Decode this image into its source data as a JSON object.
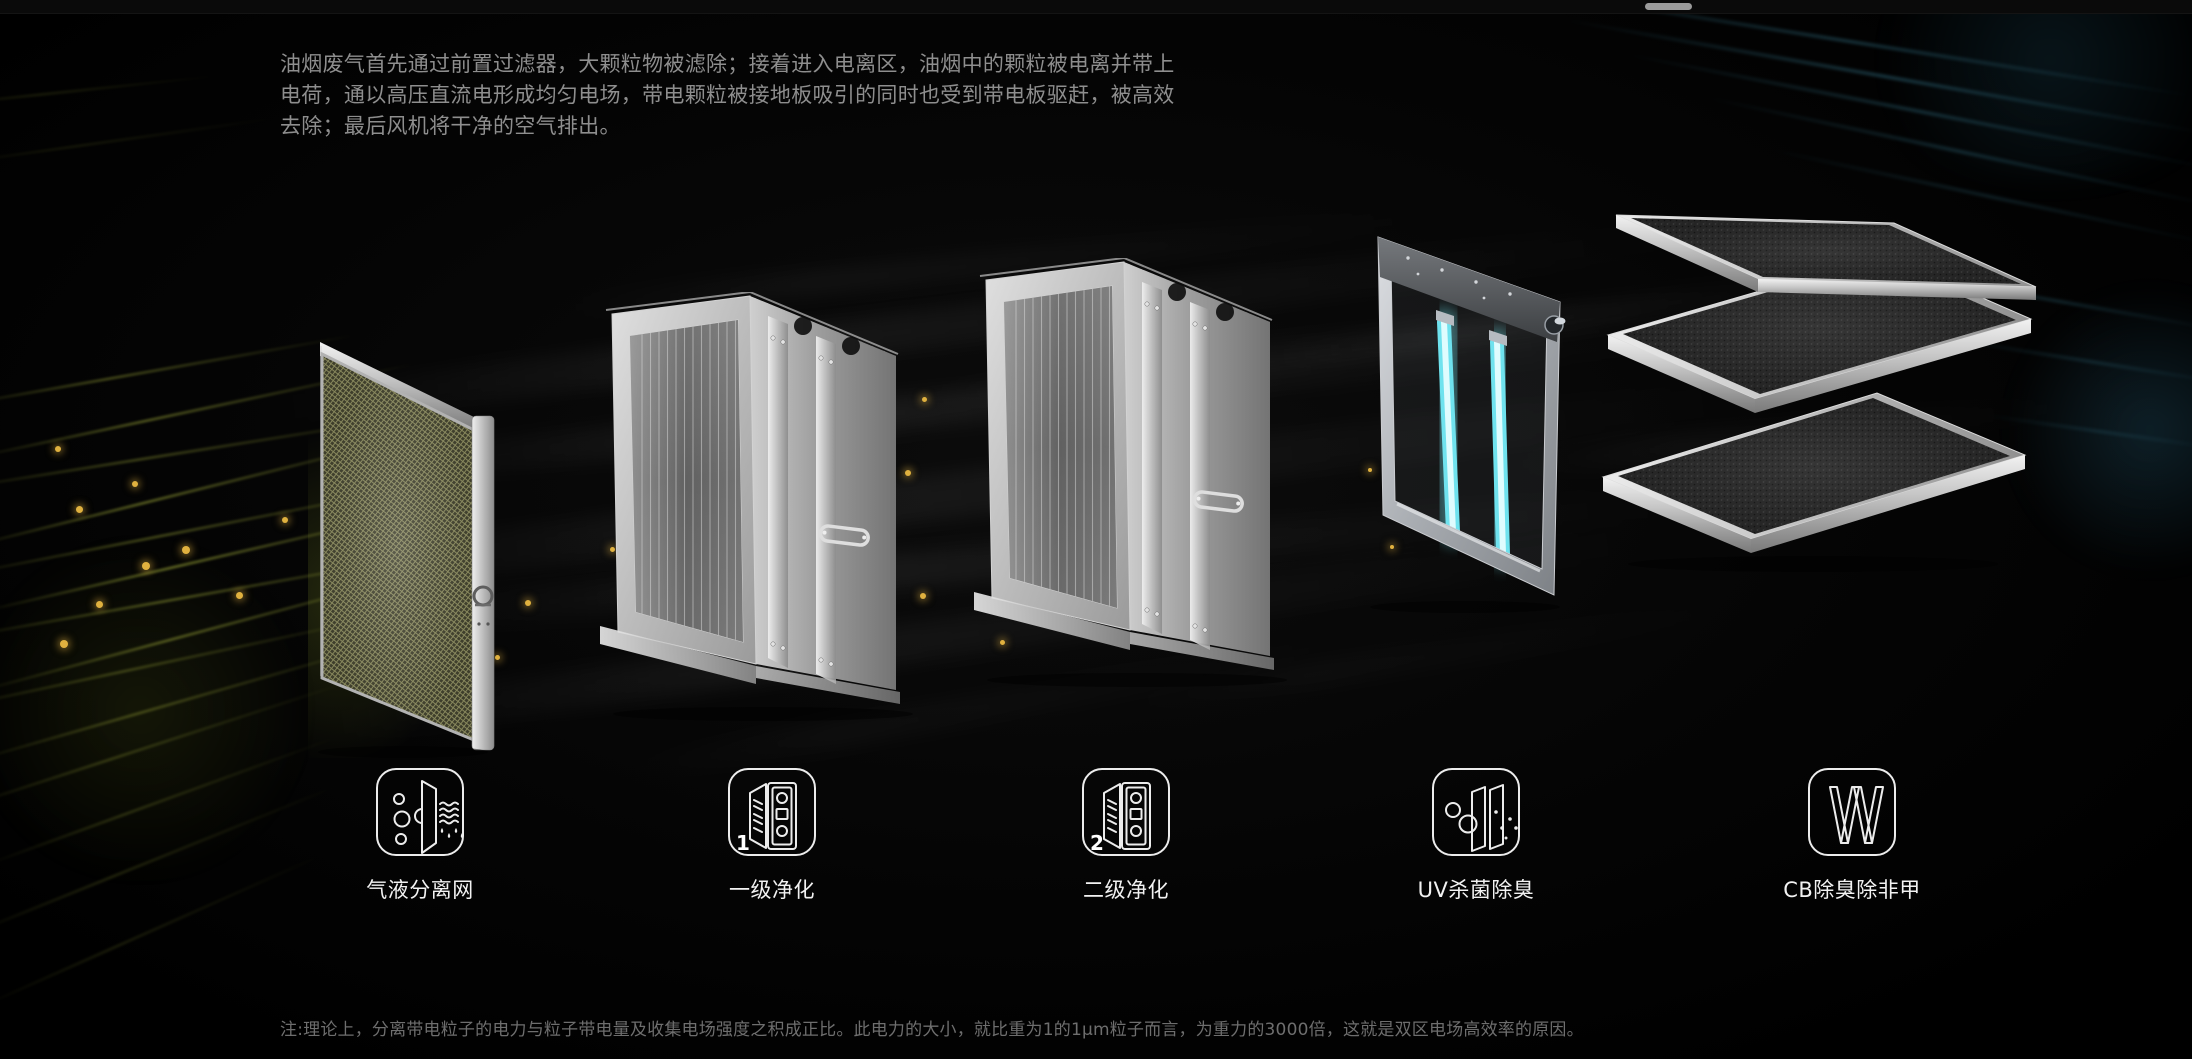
{
  "intro": {
    "text": "油烟废气首先通过前置过滤器，大颗粒物被滤除；接着进入电离区，油烟中的颗粒被电离并带上电荷，通以高压直流电形成均匀电场，带电颗粒被接地板吸引的同时也受到带电板驱赶，被高效去除；最后风机将干净的空气排出。"
  },
  "stages": [
    {
      "label": "气液分离网",
      "icon": "gas-liquid-mesh-icon"
    },
    {
      "label": "一级净化",
      "icon": "primary-purification-icon",
      "badge": "1"
    },
    {
      "label": "二级净化",
      "icon": "secondary-purification-icon",
      "badge": "2"
    },
    {
      "label": "UV杀菌除臭",
      "icon": "uv-sterilization-icon"
    },
    {
      "label": "CB除臭除非甲",
      "icon": "cb-deodorization-icon"
    }
  ],
  "footnote": {
    "text": "注:理论上，分离带电粒子的电力与粒子带电量及收集电场强度之积成正比。此电力的大小，就比重为1的1μm粒子而言，为重力的3000倍，这就是双区电场高效率的原因。"
  },
  "colors": {
    "uv_tube": "#7be9f2",
    "mesh_yellow": "#cfd08d",
    "particle": "#e0b13f",
    "streak_yellow": "#bcc944",
    "streak_blue": "#5ac8e6",
    "label_text": "#f2f2f2",
    "body_text": "#8e8e8e",
    "footnote_text": "#6e6e6e"
  }
}
